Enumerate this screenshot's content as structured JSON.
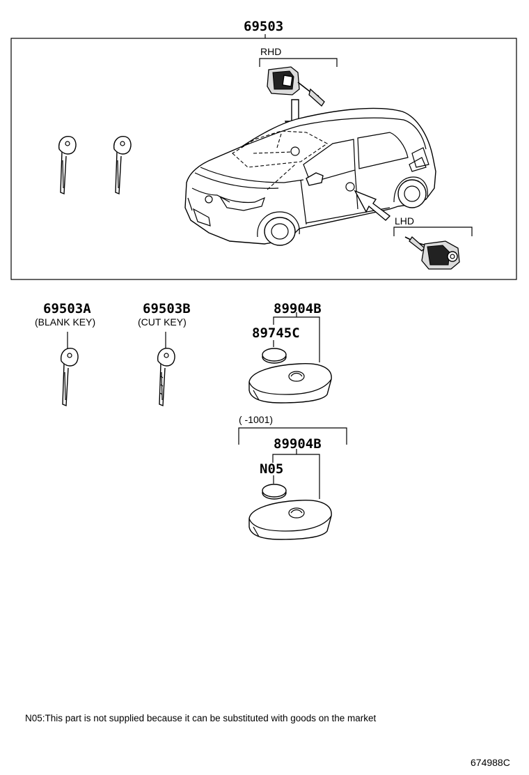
{
  "labels": {
    "p69503": "69503",
    "rhd": "RHD",
    "lhd": "LHD",
    "p69503a": "69503A",
    "blank_key": "(BLANK KEY)",
    "p69503b": "69503B",
    "cut_key": "(CUT KEY)",
    "p89904b_1": "89904B",
    "p89745c": "89745C",
    "range": "(      -1001)",
    "p89904b_2": "89904B",
    "n05": "N05",
    "footnote": "N05:This part is not supplied because it can be substituted with goods on the market",
    "diagram_id": "674988C"
  },
  "icons": [
    "key-icon",
    "car-icon",
    "ignition-switch-icon",
    "battery-icon",
    "key-fob-icon"
  ]
}
